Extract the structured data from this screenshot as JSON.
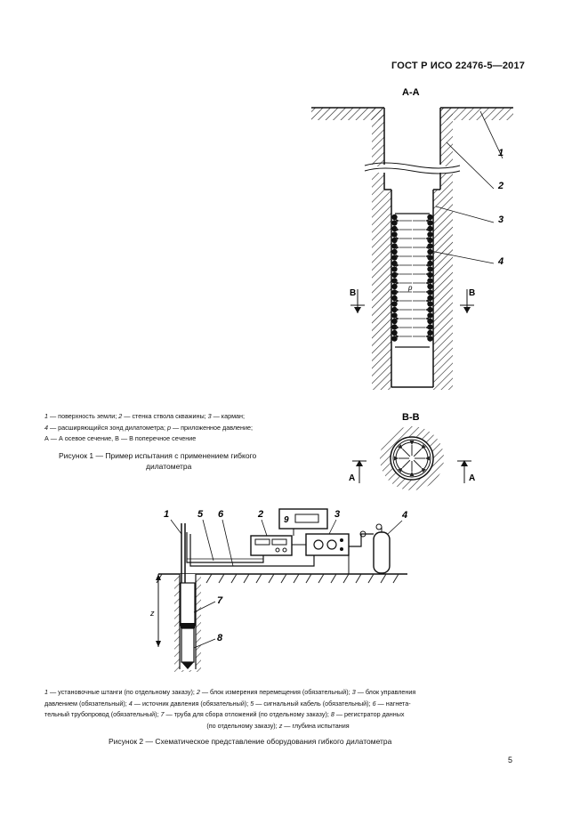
{
  "header": {
    "standard": "ГОСТ Р ИСО 22476-5—2017"
  },
  "figure1": {
    "section_aa": "А-А",
    "section_bb": "В-В",
    "callouts": [
      "1",
      "2",
      "3",
      "4"
    ],
    "pressure_label": "p",
    "marker_b": "В",
    "marker_a": "А",
    "legend": [
      {
        "num": "1",
        "text": " — поверхность земли; "
      },
      {
        "num": "2",
        "text": " — стенка ствола скважины; "
      },
      {
        "num": "3",
        "text": " — карман;"
      },
      {
        "num": "4",
        "text": " — расширяющийся зонд дилатометра; "
      },
      {
        "num": "p",
        "text": " — приложенное давление;"
      },
      {
        "num": "",
        "text": "А — А осевое сечение, В — В поперечное сечение"
      }
    ],
    "caption_line1": "Рисунок 1 — Пример испытания с применением гибкого",
    "caption_line2": "дилатометра"
  },
  "figure2": {
    "callouts": [
      "1",
      "5",
      "6",
      "2",
      "9",
      "3",
      "4",
      "7",
      "8"
    ],
    "depth_label": "z",
    "legend_line1": {
      "p1": "1",
      "t1": " — установочные штанги (по отдельному заказу); ",
      "p2": "2",
      "t2": " — блок измерения перемещения (обязательный); ",
      "p3": "3",
      "t3": " — блок управления"
    },
    "legend_line2": {
      "t0": "давлением (обязательный); ",
      "p4": "4",
      "t4": " — источник давления (обязательный); ",
      "p5": "5",
      "t5": " — сигнальный кабель (обязательный); ",
      "p6": "6",
      "t6": " — нагнета-"
    },
    "legend_line3": {
      "t0": "тельный трубопровод (обязательный); ",
      "p7": "7",
      "t7": " — труба для сбора отложений (по отдельному заказу); ",
      "p8": "8",
      "t8": " — регистратор данных"
    },
    "legend_line4": {
      "t0": "(по отдельному заказу); ",
      "pz": "z",
      "tz": " — глубина испытания"
    },
    "caption": "Рисунок  2 — Схематическое представление оборудования гибкого дилатометра"
  },
  "footer": {
    "page_number": "5"
  }
}
